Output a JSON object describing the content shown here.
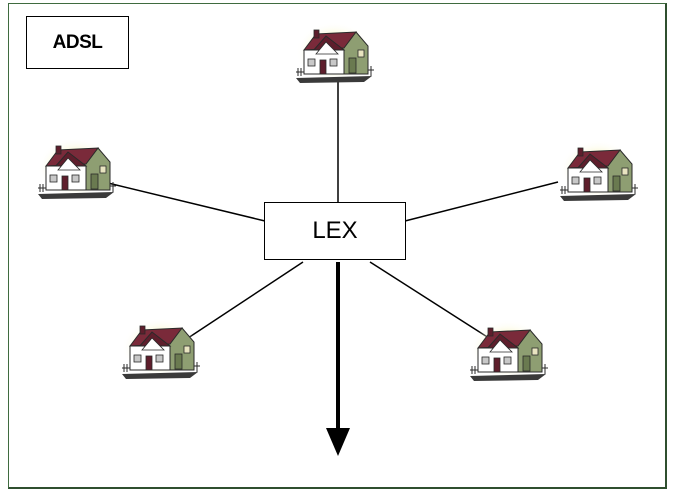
{
  "title": "ADSL",
  "hub_label": "LEX",
  "node_icon": "house-icon",
  "houses": [
    {
      "id": "top"
    },
    {
      "id": "upper-left"
    },
    {
      "id": "upper-right"
    },
    {
      "id": "lower-left"
    },
    {
      "id": "lower-right"
    }
  ],
  "colors": {
    "frame_border": "#3f6b3f",
    "house_roof": "#7a2a3a",
    "house_wall": "#ffffff",
    "house_side": "#8e9e72",
    "glow": "#f5f0a0"
  }
}
